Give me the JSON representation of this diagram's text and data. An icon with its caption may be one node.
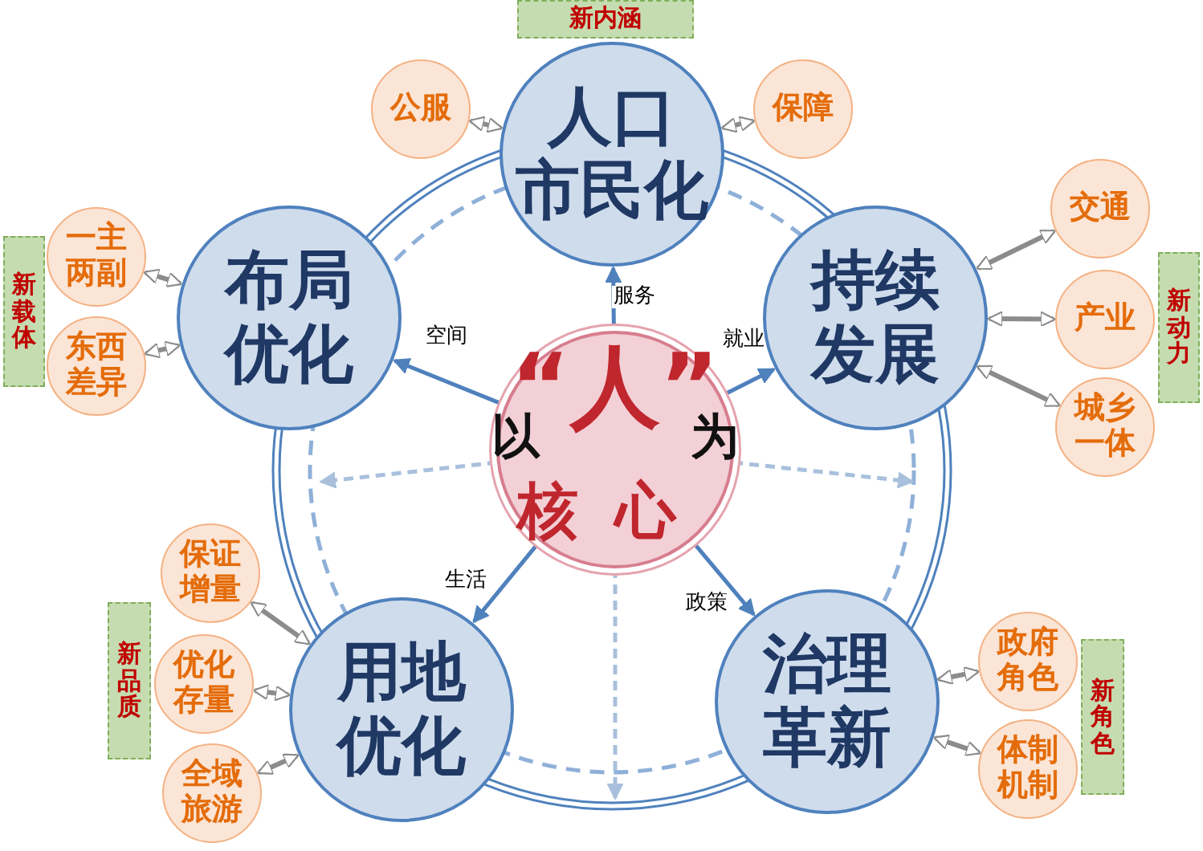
{
  "diagram": {
    "nodes": [
      {
        "text": [
          "新内涵"
        ]
      },
      {
        "text": [
          "人口市民化"
        ]
      },
      {
        "text": [
          "公服"
        ]
      },
      {
        "text": [
          "保障"
        ]
      },
      {
        "text": [
          "新载体"
        ]
      },
      {
        "text": [
          "一主两副"
        ]
      },
      {
        "text": [
          "东西差异"
        ]
      },
      {
        "text": [
          "布局优化"
        ]
      },
      {
        "text": [
          "持续发展"
        ]
      },
      {
        "text": [
          "交通"
        ]
      },
      {
        "text": [
          "新动力"
        ]
      },
      {
        "text": [
          "产业"
        ]
      },
      {
        "text": [
          "城乡一体"
        ]
      },
      {
        "text": [
          "以",
          "“人”",
          "为",
          "核心"
        ]
      },
      {
        "text": [
          "保证增量"
        ]
      },
      {
        "text": [
          "新品质"
        ]
      },
      {
        "text": [
          "优化存量"
        ]
      },
      {
        "text": [
          "全域旅游"
        ]
      },
      {
        "text": [
          "用地优化"
        ]
      },
      {
        "text": [
          "治理革新"
        ]
      },
      {
        "text": [
          "政府角色"
        ]
      },
      {
        "text": [
          "新角色"
        ]
      },
      {
        "text": [
          "体制机制"
        ]
      }
    ],
    "edges": [
      {
        "from": 13,
        "to": 1,
        "arrow": "to",
        "label": "服务",
        "color": "#4f81bd"
      },
      {
        "from": 13,
        "to": 7,
        "arrow": "to",
        "label": "空间",
        "color": "#4f81bd"
      },
      {
        "from": 13,
        "to": 8,
        "arrow": "to",
        "label": "就业",
        "color": "#4f81bd"
      },
      {
        "from": 13,
        "to": 18,
        "arrow": "to",
        "label": "生活",
        "color": "#4f81bd"
      },
      {
        "from": 13,
        "to": 19,
        "arrow": "to",
        "label": "政策",
        "color": "#4f81bd"
      },
      {
        "from": 13,
        "to": null,
        "arrow": "to",
        "style": "dashed",
        "color": "#a9c0dc"
      },
      {
        "from": 13,
        "to": null,
        "arrow": "to",
        "style": "dashed",
        "color": "#a9c0dc"
      },
      {
        "from": 13,
        "to": null,
        "arrow": "to",
        "style": "dashed",
        "color": "#a9c0dc"
      },
      {
        "from": 1,
        "to": 2,
        "arrow": "both"
      },
      {
        "from": 1,
        "to": 3,
        "arrow": "both"
      },
      {
        "from": 7,
        "to": 5,
        "arrow": "both"
      },
      {
        "from": 7,
        "to": 6,
        "arrow": "both"
      },
      {
        "from": 8,
        "to": 9,
        "arrow": "both"
      },
      {
        "from": 8,
        "to": 11,
        "arrow": "both"
      },
      {
        "from": 8,
        "to": 12,
        "arrow": "both"
      },
      {
        "from": 18,
        "to": 14,
        "arrow": "both"
      },
      {
        "from": 18,
        "to": 16,
        "arrow": "both"
      },
      {
        "from": 18,
        "to": 17,
        "arrow": "both"
      },
      {
        "from": 19,
        "to": 20,
        "arrow": "both"
      },
      {
        "from": 19,
        "to": 22,
        "arrow": "both"
      }
    ]
  }
}
